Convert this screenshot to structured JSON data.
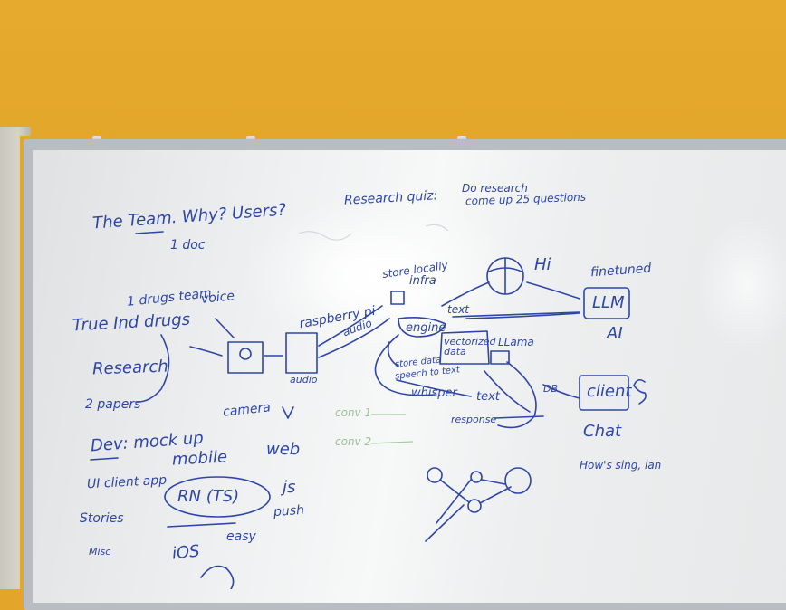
{
  "colors": {
    "wall": "#e3a62a",
    "board": "#f2f3f4",
    "ink_blue": "#2f46a8",
    "ink_green": "#7aa86e"
  },
  "whiteboard": {
    "left_column": {
      "team_line": "The Team. Why? Users?",
      "doc": "1 doc",
      "drugs_team": "1 drugs team",
      "voice": "voice",
      "true_ind": "True Ind drugs",
      "research": "Research",
      "papers": "2 papers",
      "camera": "camera",
      "dev": "Dev: mock up",
      "mobile": "mobile",
      "web": "web",
      "ui_client": "UI client app",
      "stories": "Stories",
      "rn_ts": "RN (TS)",
      "js": "js",
      "push": "push",
      "easy": "easy",
      "ios": "iOS",
      "misc": "Misc"
    },
    "center": {
      "research_quiz": "Research quiz:",
      "do_research": "Do research",
      "come_up": "come up 25 questions",
      "raspberry_pi": "raspberry pi",
      "audio": "audio",
      "audio_low": "audio",
      "store_locally": "store locally",
      "infra": "infra",
      "engine": "engine",
      "text": "text",
      "vectorized": "vectorized data",
      "store_data": "store data",
      "speech_text": "speech to text",
      "whisper": "whisper",
      "text2": "text",
      "llama": "LLama",
      "db": "DB",
      "respond": "response",
      "conv1": "conv 1",
      "conv2": "conv 2"
    },
    "right_column": {
      "hi": "Hi",
      "finetuned": "finetuned",
      "llm": "LLM",
      "ai": "AI",
      "client": "client",
      "chat": "Chat",
      "how_sing": "How's sing, ian",
      "s_mark": "S"
    }
  }
}
